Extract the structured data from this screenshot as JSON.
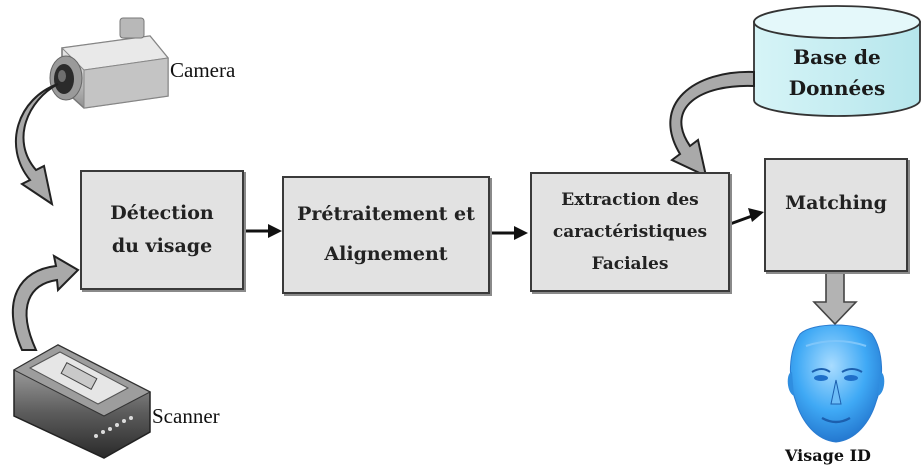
{
  "devices": {
    "camera_label": "Camera",
    "scanner_label": "Scanner"
  },
  "steps": {
    "detection": [
      "Détection",
      "du visage"
    ],
    "pretraitement": [
      "Prétraitement et",
      "Alignement"
    ],
    "extraction": [
      "Extraction des",
      "caractéristiques",
      "Faciales"
    ],
    "matching": [
      "Matching"
    ]
  },
  "database": {
    "label": [
      "Base de",
      "Données"
    ],
    "color": "#c8eef2"
  },
  "output": {
    "label": "Visage ID",
    "color": "#3fa9f5"
  },
  "colors": {
    "box_fill": "#e2e2e2",
    "box_border": "#3a3a3a",
    "curved_arrow_fill": "#a9a9a9"
  }
}
